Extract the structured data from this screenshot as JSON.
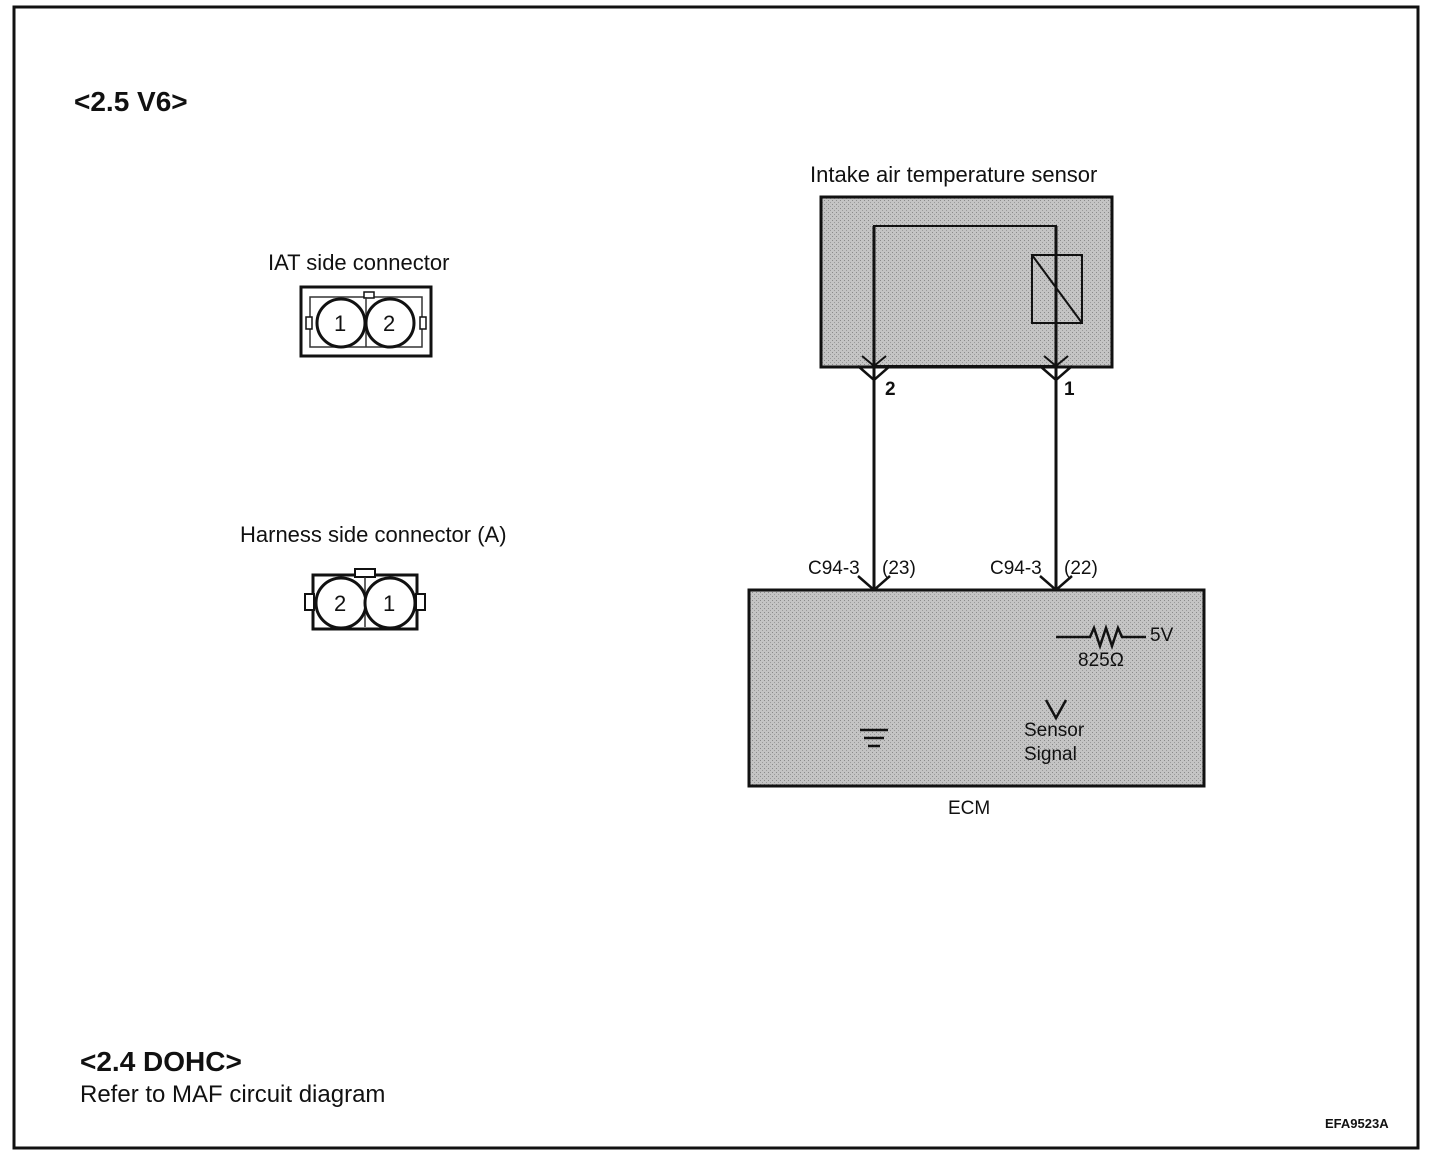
{
  "header": {
    "variant": "<2.5 V6>"
  },
  "connectors": {
    "iat_title": "IAT side connector",
    "iat_pins": [
      "1",
      "2"
    ],
    "harness_title": "Harness side connector (A)",
    "harness_pins": [
      "2",
      "1"
    ]
  },
  "circuit": {
    "sensor_title": "Intake air temperature sensor",
    "sensor_pin_left": "2",
    "sensor_pin_right": "1",
    "ecm_conn_left": "C94-3",
    "ecm_pin_left": "(23)",
    "ecm_conn_right": "C94-3",
    "ecm_pin_right": "(22)",
    "supply_voltage": "5V",
    "resistor_value": "825Ω",
    "signal_line1": "Sensor",
    "signal_line2": "Signal",
    "ecm_label": "ECM"
  },
  "footer": {
    "variant": "<2.4 DOHC>",
    "note": "Refer to MAF circuit diagram",
    "code": "EFA9523A"
  },
  "colors": {
    "ink": "#111111",
    "panel": "#b8b8b8",
    "background": "#ffffff"
  }
}
